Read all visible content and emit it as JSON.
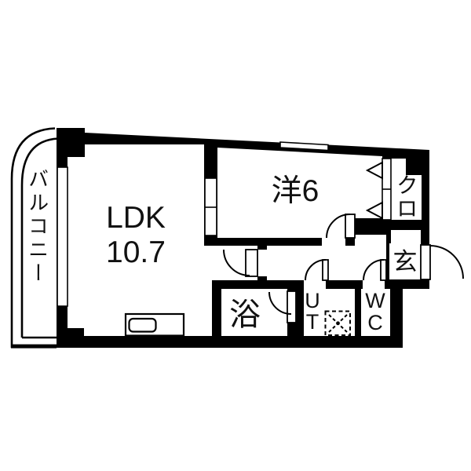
{
  "plan": {
    "title_hidden": "",
    "balcony_label": "バルコニー",
    "ldk": {
      "name": "LDK",
      "size": "10.7"
    },
    "western_room_label": "洋6",
    "closet_label": "クロ",
    "entrance_label": "玄",
    "bath_label": "浴",
    "utility_letters": [
      "U",
      "T"
    ],
    "wc_letters": [
      "W",
      "C"
    ],
    "colors": {
      "wall": "#000000",
      "floor": "#ffffff",
      "text": "#111111",
      "background": "#ffffff"
    }
  }
}
